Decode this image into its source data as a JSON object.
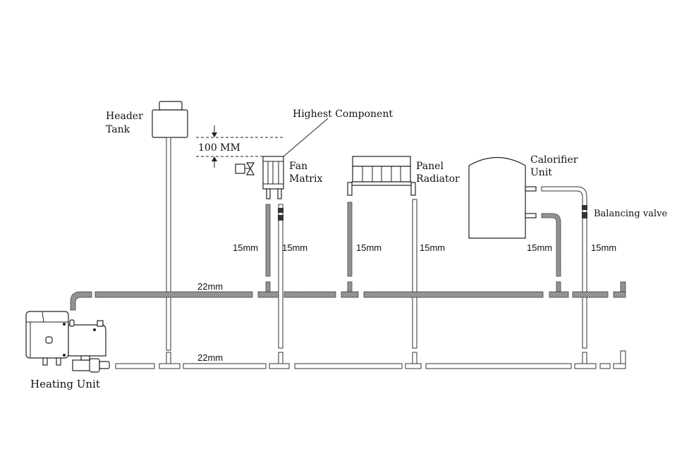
{
  "labels": {
    "header_tank": [
      "Header",
      "Tank"
    ],
    "highest_component": "Highest Component",
    "dimension": "100 MM",
    "fan_matrix": [
      "Fan",
      "Matrix"
    ],
    "panel_radiator": [
      "Panel",
      "Radiator"
    ],
    "calorifier_unit": [
      "Calorifier",
      "Unit"
    ],
    "balancing_valve": "Balancing valve",
    "heating_unit": "Heating Unit",
    "pipe_15mm": [
      "15mm",
      "15mm",
      "15mm",
      "15mm",
      "15mm",
      "15mm"
    ],
    "pipe_22mm_flow": "22mm",
    "pipe_22mm_return": "22mm"
  },
  "colors": {
    "flow_pipe": "#8a8a8a",
    "line": "#222222"
  }
}
